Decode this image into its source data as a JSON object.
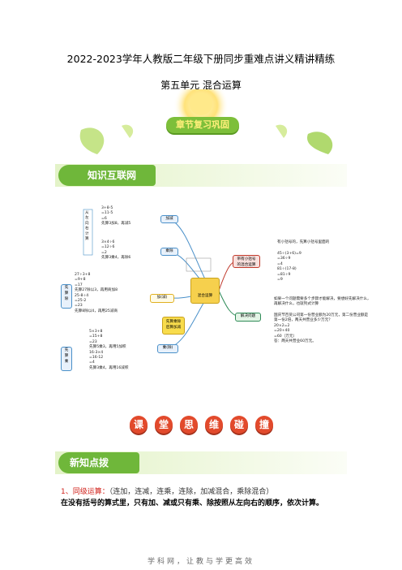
{
  "header": {
    "title": "2022-2023学年人教版二年级下册同步重难点讲义精讲精练",
    "subtitle": "第五单元  混合运算"
  },
  "chapter_banner": "章节复习巩固",
  "section1": {
    "label": "知识互联网"
  },
  "mindmap": {
    "center": "混合运算",
    "add_sub": "加减",
    "mul_div": "乘除",
    "add_mul": "加(减)",
    "mul_div2": "乘(除)",
    "first_label": "先算乘除\n后算加减",
    "left_cap": "从\n左\n向\n右\n计\n算",
    "ex_add": "3+8-5\n=11-5\n=6\n先算3加8，再减5",
    "ex_mul": "3×4÷6\n=12÷6\n=2\n先算3乘4，再除6",
    "first_div_label": "先\n算\n除",
    "ex_div": "27÷3+8\n=9+8\n=17\n先算27除以3，再用商加8\n25-8÷4\n=25-2\n=23\n先算8除以4，再用25减商",
    "first_mul_label": "先\n算\n乘",
    "ex_mul2": "5×3+8\n=15+8\n=23\n先算5乘3，再用5加积\n16-3×4\n=16-12\n=4\n先算3乘4，再用16减积",
    "paren_label": "带有小括号\n的混合运算",
    "paren_rule": "有小括号的，先算小括号里面的",
    "paren_ex": "45÷(3+6)=9\n=36÷9\n=4\n81÷(17-8)\n=81÷9\n=9",
    "solve_label": "解决问题",
    "solve_rule": "如果一个问题需要多个步骤才能解决，要想好先解决什么，\n再解决什么，也就列式计算",
    "solve_ex": "国庆节百货公司第一份营业额为20万元，第二份营业额是\n第一份2倍，两天共营业多少万元？\n20×2=2\n=20+40\n=60（万元）\n答：两天共营业60万元。"
  },
  "banner2": [
    "课",
    "堂",
    "思",
    "维",
    "碰",
    "撞"
  ],
  "section2": {
    "label": "新知点拨"
  },
  "point1": {
    "title": "1、同级运算：",
    "desc": "（连加，连减，连乘，连除，加减混合，乘除混合）"
  },
  "body1": "在没有括号的算式里，只有加、减或只有乘、除按照从左向右的顺序，依次计算。",
  "footer": "学科网，让教与学更高效",
  "colors": {
    "accent": "#6fb73a",
    "red": "#d0201a",
    "bubble": "#e24a2c"
  }
}
